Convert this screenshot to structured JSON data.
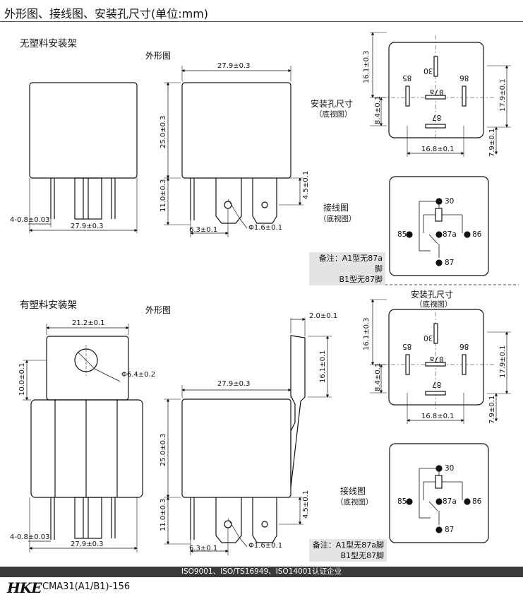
{
  "header": {
    "title": "外形图、接线图、安装孔尺寸(单位:mm)"
  },
  "top": {
    "section_title": "无塑料安装架",
    "outline_label": "外形图",
    "mount_hole_label": "安装孔尺寸",
    "bottom_view": "（底视图）",
    "wiring_label": "接线图",
    "wiring_view": "（底视图）",
    "note_line1": "备注：A1型无87a脚",
    "note_line2": "B1型无87脚"
  },
  "bottom": {
    "section_title": "有塑料安装架",
    "outline_label": "外形图",
    "mount_hole_label": "安装孔尺寸",
    "bottom_view": "（底视图）",
    "wiring_label": "接线图",
    "wiring_view": "（底视图）",
    "note_line1": "备注：A1型无87a脚",
    "note_line2": "B1型无87脚"
  },
  "dims": {
    "w279": "27.9±0.3",
    "h250": "25.0±0.3",
    "h110": "11.0±0.3",
    "d63": "6.3±0.1",
    "d45": "4.5±0.1",
    "phi16": "Φ1.6±0.1",
    "pin": "4-0.8±0.03",
    "m161": "16.1±0.3",
    "m84": "8.4±0.1",
    "m168": "16.8±0.1",
    "m179": "17.9±0.1",
    "m79": "7.9±0.1",
    "b212": "21.2±0.1",
    "b100": "10.0±0.1",
    "phi64": "Φ6.4±0.2",
    "b20": "2.0±0.1",
    "b161": "16.1±0.1"
  },
  "pins": {
    "p30": "30",
    "p85": "85",
    "p86": "86",
    "p87": "87",
    "p87a": "87a"
  },
  "footer": {
    "certs": "ISO9001、ISO/TS16949、ISO14001认证企业",
    "logo": "HKE",
    "model": "CMA31(A1/B1)-156"
  }
}
